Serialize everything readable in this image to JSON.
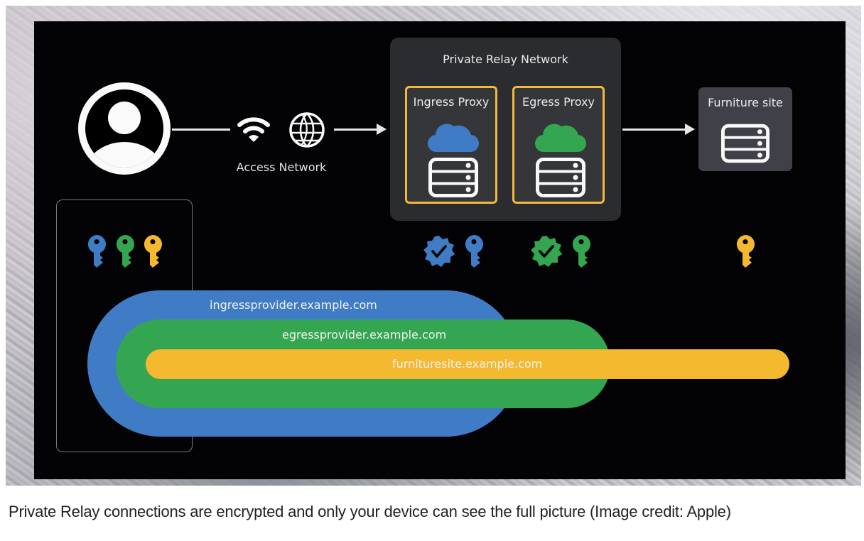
{
  "diagram": {
    "title": "Private Relay Network",
    "user": {
      "icon": "user-circle-icon"
    },
    "access_network": {
      "label": "Access Network",
      "icons": [
        "wifi-icon",
        "globe-icon"
      ]
    },
    "ingress_proxy": {
      "label": "Ingress Proxy",
      "cloud_color": "#3f7cc5",
      "icon": "server-icon"
    },
    "egress_proxy": {
      "label": "Egress Proxy",
      "cloud_color": "#34a551",
      "icon": "server-icon"
    },
    "destination": {
      "label": "Furniture site",
      "icon": "server-icon"
    },
    "device_keys": [
      {
        "icon": "key-icon",
        "color": "#3f7cc5"
      },
      {
        "icon": "key-icon",
        "color": "#34a551"
      },
      {
        "icon": "key-icon",
        "color": "#f4b92f"
      }
    ],
    "ingress_credentials": {
      "badge": "verified-badge-icon",
      "key": "key-icon",
      "color": "#3f7cc5"
    },
    "egress_credentials": {
      "badge": "verified-badge-icon",
      "key": "key-icon",
      "color": "#34a551"
    },
    "site_credentials": {
      "key": "key-icon",
      "color": "#f4b92f"
    },
    "tunnels": [
      {
        "label": "ingressprovider.example.com",
        "color": "#3f7cc5"
      },
      {
        "label": "egressprovider.example.com",
        "color": "#34a551"
      },
      {
        "label": "furnituresite.example.com",
        "color": "#f4b92f"
      }
    ],
    "accent_color": "#f2b93b"
  },
  "caption": "Private Relay connections are encrypted and only your device can see the full picture (Image credit: Apple)"
}
